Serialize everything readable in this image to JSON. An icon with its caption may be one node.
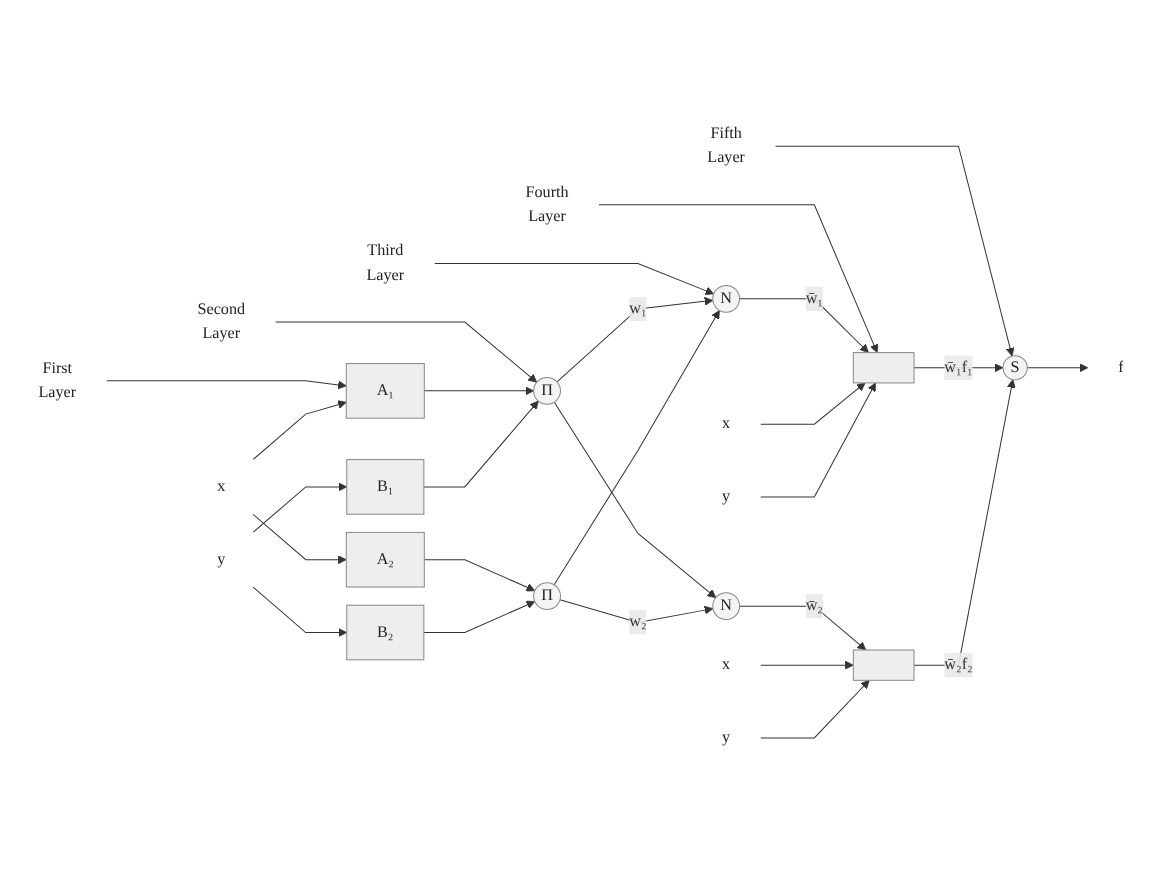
{
  "diagram": {
    "nodes": [
      {
        "text": [
          "First Layer"
        ]
      },
      {
        "text": [
          "Second Layer"
        ]
      },
      {
        "text": [
          "Third Layer"
        ]
      },
      {
        "text": [
          "Fourth Layer"
        ]
      },
      {
        "text": [
          "Fifth Layer"
        ]
      },
      {
        "text": [
          "x"
        ]
      },
      {
        "text": [
          "A₁"
        ]
      },
      {
        "text": [
          "A₂"
        ]
      },
      {
        "text": [
          "B₁"
        ]
      },
      {
        "text": [
          "B₂"
        ]
      },
      {
        "text": [
          "y"
        ]
      },
      {
        "text": [
          "Π"
        ]
      },
      {
        "text": [
          "Π"
        ]
      },
      {
        "text": [
          "N"
        ]
      },
      {
        "text": [
          "N"
        ]
      },
      {
        "text": [
          "x"
        ]
      },
      {
        "text": [
          "y"
        ]
      },
      {
        "text": [],
        "shape": "box"
      },
      {
        "text": [],
        "shape": "box"
      },
      {
        "text": [
          "x"
        ]
      },
      {
        "text": [
          "y"
        ]
      },
      {
        "text": [
          "S"
        ]
      },
      {
        "text": [
          "f"
        ]
      }
    ],
    "edges": [
      {
        "from": 0,
        "to": 6,
        "arrow": "to"
      },
      {
        "from": 1,
        "to": 11,
        "arrow": "to"
      },
      {
        "from": 2,
        "to": 13,
        "arrow": "to"
      },
      {
        "from": 3,
        "to": 17,
        "arrow": "to"
      },
      {
        "from": 4,
        "to": 21,
        "arrow": "to"
      },
      {
        "from": 5,
        "to": 6,
        "arrow": "to"
      },
      {
        "from": 5,
        "to": 7,
        "arrow": "to"
      },
      {
        "from": 10,
        "to": 8,
        "arrow": "to"
      },
      {
        "from": 10,
        "to": 9,
        "arrow": "to"
      },
      {
        "from": 6,
        "to": 11,
        "arrow": "to"
      },
      {
        "from": 7,
        "to": 12,
        "arrow": "to"
      },
      {
        "from": 8,
        "to": 11,
        "arrow": "to"
      },
      {
        "from": 9,
        "to": 12,
        "arrow": "to"
      },
      {
        "from": 11,
        "to": 13,
        "arrow": "to",
        "label": "w₁"
      },
      {
        "from": 11,
        "to": 14,
        "arrow": "to"
      },
      {
        "from": 12,
        "to": 13,
        "arrow": "to"
      },
      {
        "from": 12,
        "to": 14,
        "arrow": "to",
        "label": "w₂"
      },
      {
        "from": 13,
        "to": 17,
        "arrow": "to",
        "label": "w̄₁"
      },
      {
        "from": 14,
        "to": 18,
        "arrow": "to",
        "label": "w̄₂"
      },
      {
        "from": 15,
        "to": 17,
        "arrow": "to"
      },
      {
        "from": 16,
        "to": 17,
        "arrow": "to"
      },
      {
        "from": 19,
        "to": 18,
        "arrow": "to"
      },
      {
        "from": 20,
        "to": 18,
        "arrow": "to"
      },
      {
        "from": 17,
        "to": 21,
        "arrow": "to",
        "label": "w̄₁f₁"
      },
      {
        "from": 18,
        "to": 21,
        "arrow": "to",
        "label": "w̄₂f₂"
      },
      {
        "from": 21,
        "to": 22,
        "arrow": "to"
      }
    ]
  }
}
